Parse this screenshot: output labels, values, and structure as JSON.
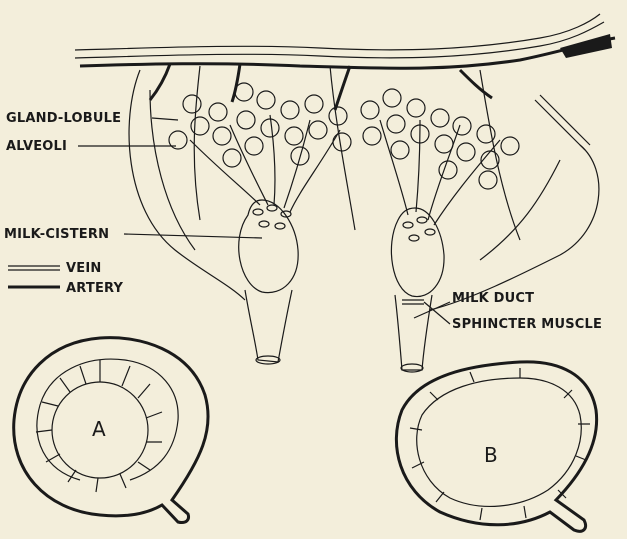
{
  "labels": {
    "gland_lobule": "GLAND-LOBULE",
    "alveoli": "ALVEOLI",
    "milk_cistern": "MILK-CISTERN",
    "vein": "VEIN",
    "artery": "ARTERY",
    "milk_duct": "MILK DUCT",
    "sphincter_muscle": "SPHINCTER MUSCLE",
    "fig_a": "A",
    "fig_b": "B"
  },
  "colors": {
    "ink": "#1a1a1a",
    "paper": "#f3eedb"
  }
}
